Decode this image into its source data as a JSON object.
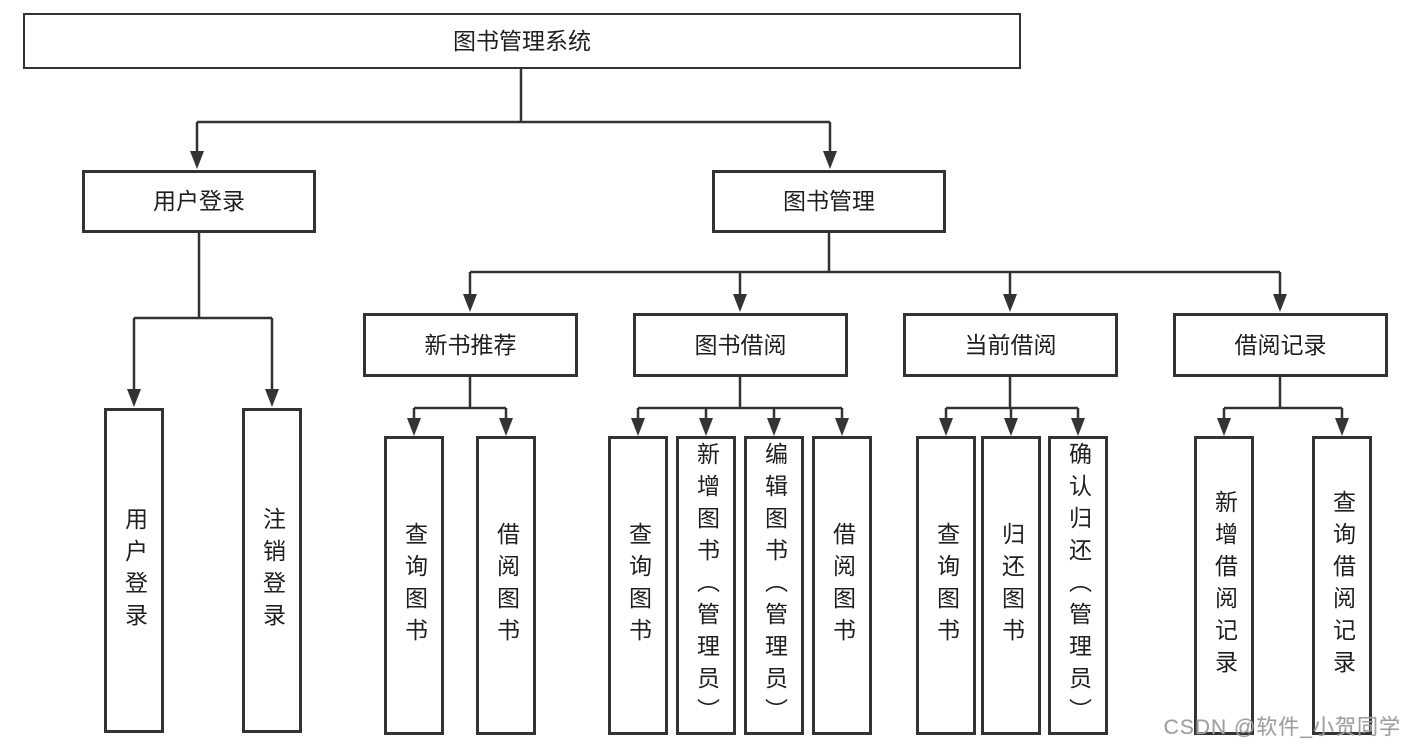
{
  "colors": {
    "line": "#333333",
    "text": "#1f1f1f",
    "background": "#ffffff",
    "watermark": "#9f9f9f"
  },
  "watermark": "CSDN @软件_小贺同学",
  "tree": {
    "root": {
      "label": "图书管理系统"
    },
    "branches": [
      {
        "label": "用户登录",
        "children": [
          {
            "label": "用户登录"
          },
          {
            "label": "注销登录"
          }
        ]
      },
      {
        "label": "图书管理",
        "children": [
          {
            "label": "新书推荐",
            "children": [
              {
                "label": "查询图书"
              },
              {
                "label": "借阅图书"
              }
            ]
          },
          {
            "label": "图书借阅",
            "children": [
              {
                "label": "查询图书"
              },
              {
                "label": "新增图书（管理员）"
              },
              {
                "label": "编辑图书（管理员）"
              },
              {
                "label": "借阅图书"
              }
            ]
          },
          {
            "label": "当前借阅",
            "children": [
              {
                "label": "查询图书"
              },
              {
                "label": "归还图书"
              },
              {
                "label": "确认归还（管理员）"
              }
            ]
          },
          {
            "label": "借阅记录",
            "children": [
              {
                "label": "新增借阅记录"
              },
              {
                "label": "查询借阅记录"
              }
            ]
          }
        ]
      }
    ]
  }
}
